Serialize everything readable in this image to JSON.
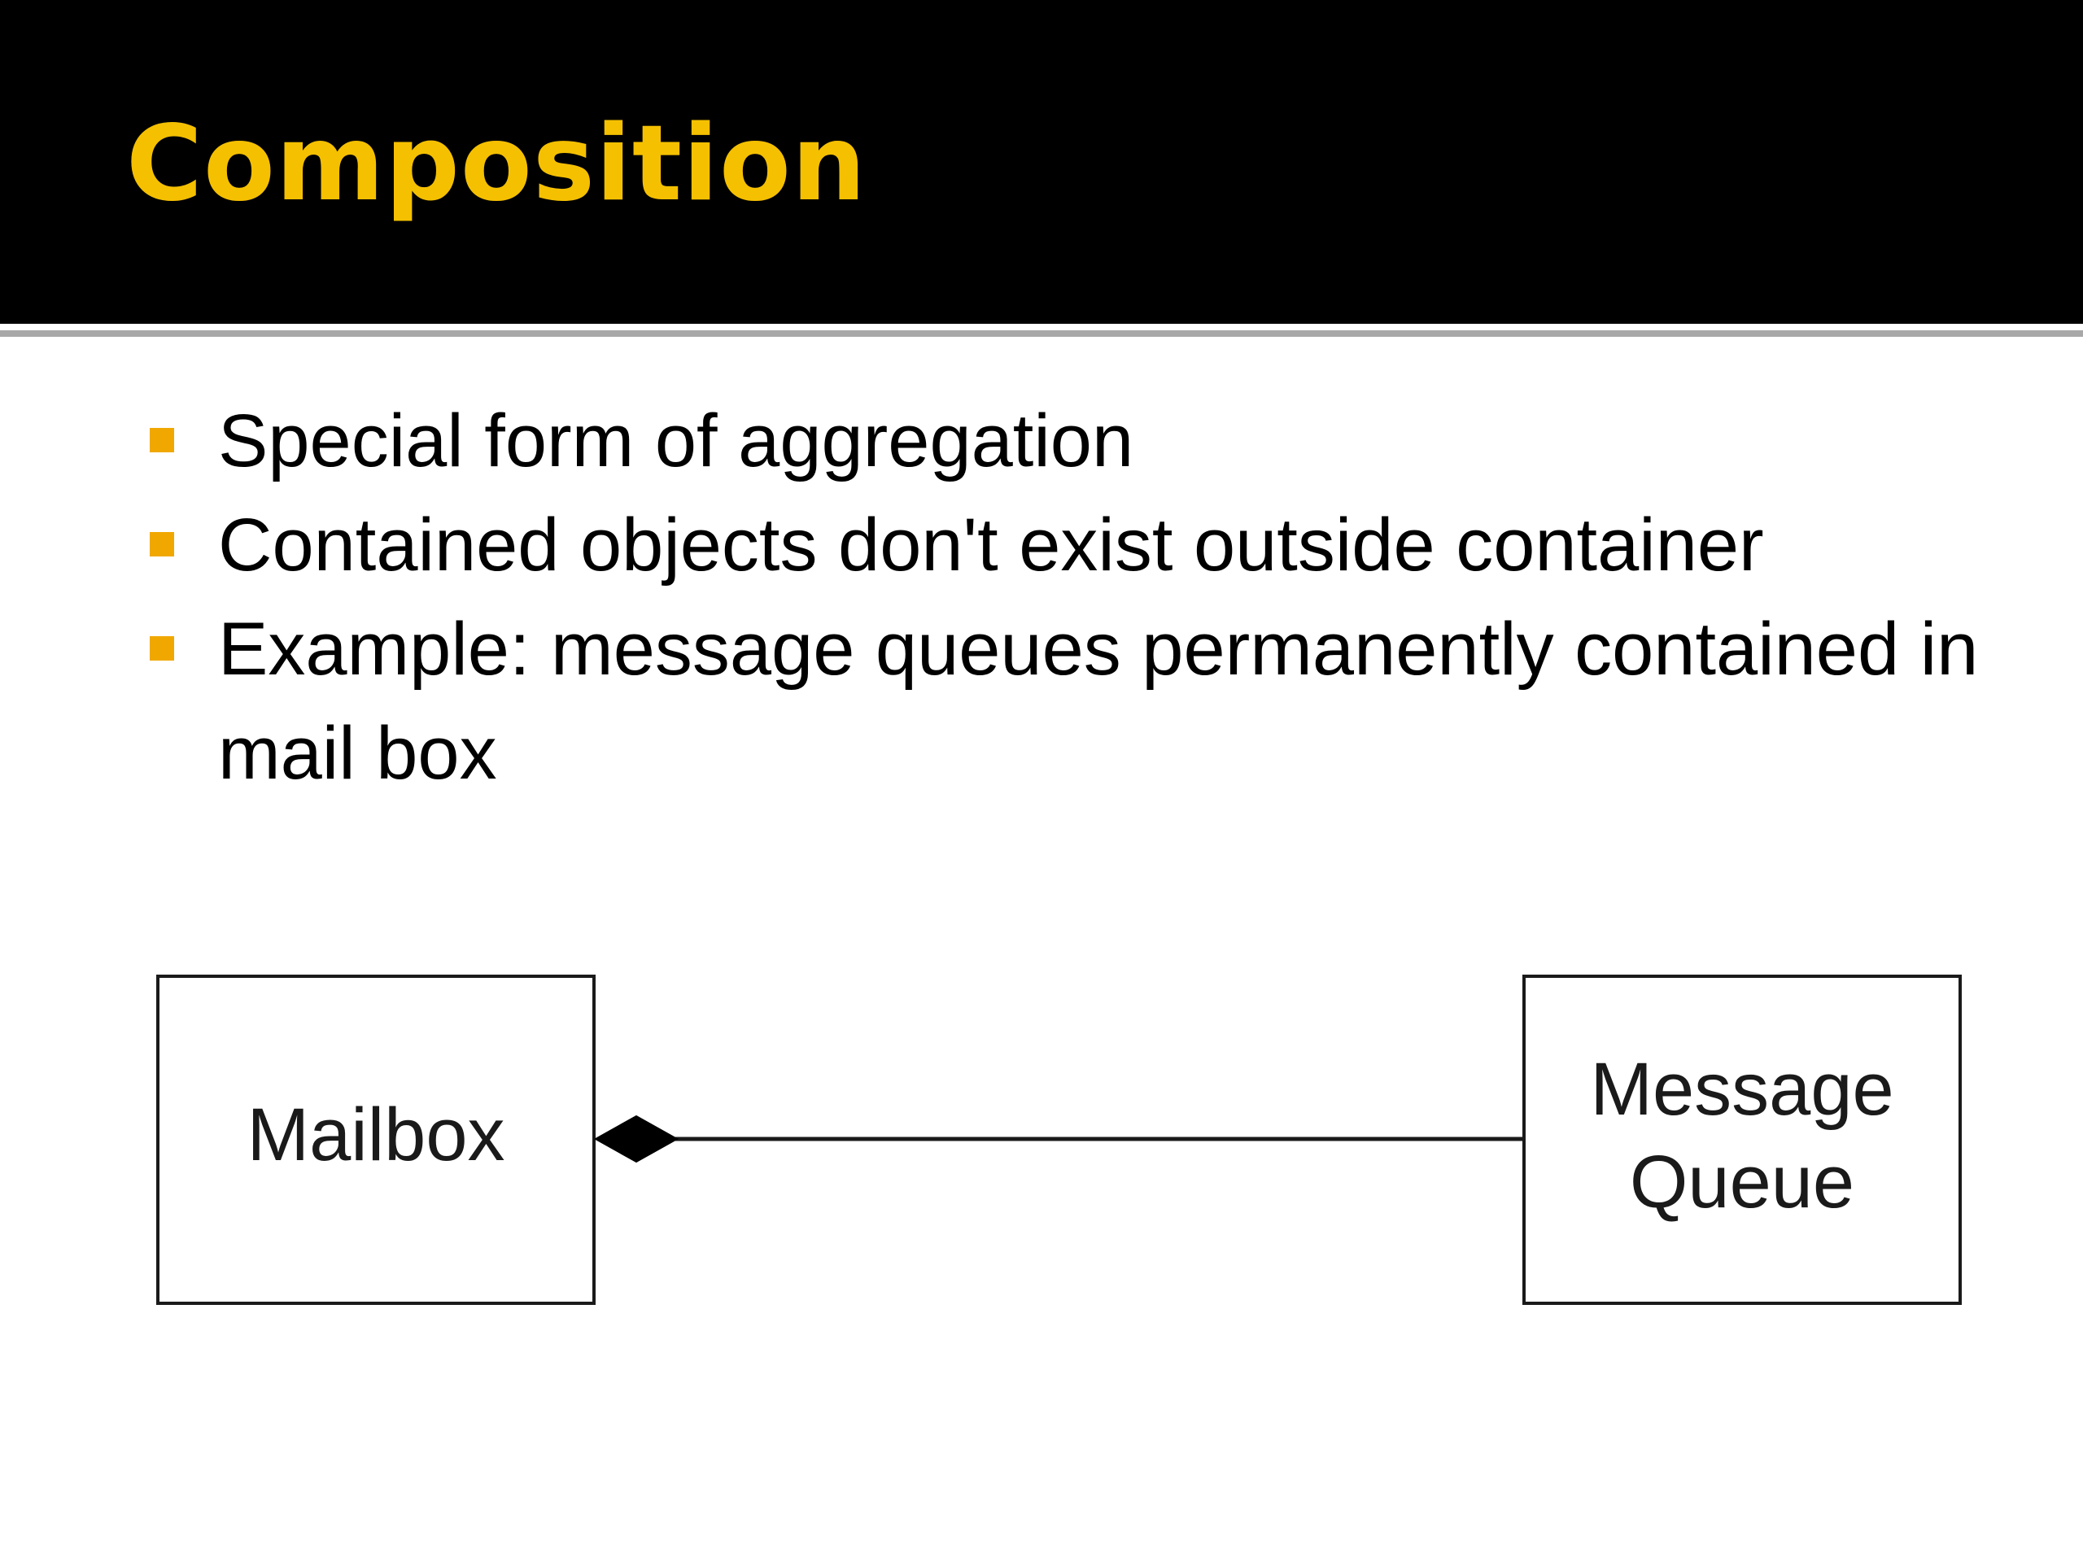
{
  "slide": {
    "title": "Composition",
    "title_color": "#f5c000",
    "bullet_color": "#f0a800",
    "bullets": [
      "Special form of aggregation",
      "Contained objects don't exist outside container",
      "Example: message queues permanently contained in mail box"
    ]
  },
  "diagram": {
    "type": "uml-composition",
    "classes": [
      {
        "id": "mailbox",
        "lines": [
          "Mailbox"
        ]
      },
      {
        "id": "message-queue",
        "lines": [
          "Message",
          "Queue"
        ]
      }
    ],
    "relationship": {
      "kind": "composition",
      "whole": "mailbox",
      "part": "message-queue",
      "end_marker": "filled-diamond"
    }
  }
}
